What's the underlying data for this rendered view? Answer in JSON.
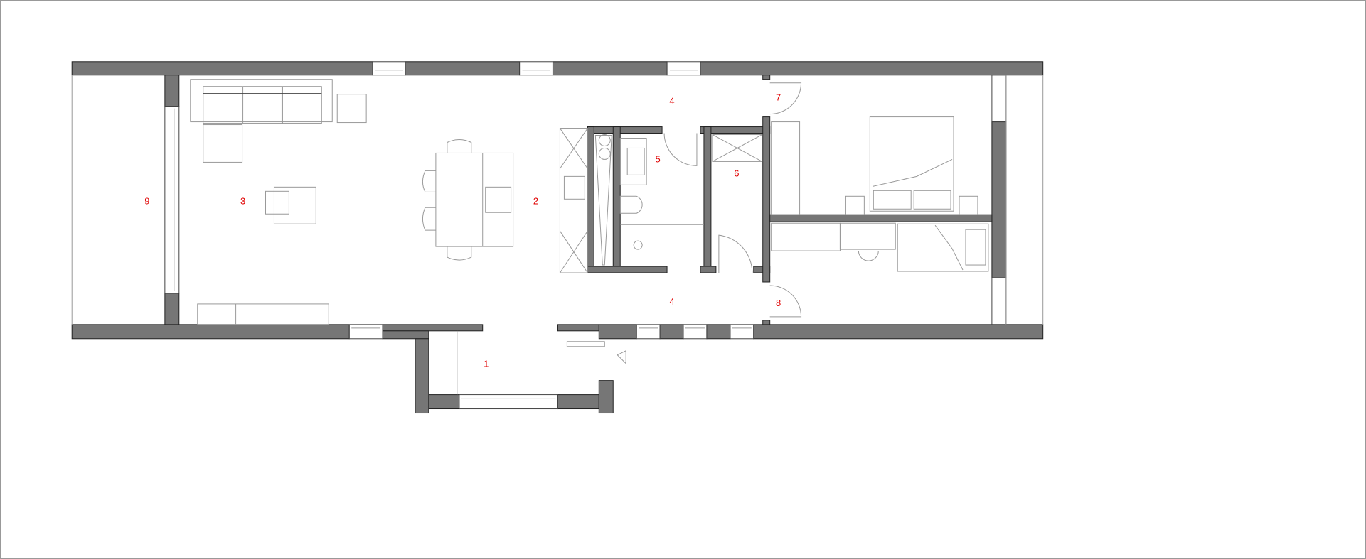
{
  "room_labels": {
    "entrance": "1",
    "kitchen": "2",
    "living": "3",
    "hall_top": "4",
    "hall_bottom": "4",
    "bathroom": "5",
    "shower_room": "6",
    "bedroom_1": "7",
    "bedroom_2": "8",
    "balcony": "9"
  },
  "colors": {
    "wall": "#767676",
    "label": "#e00000",
    "furniture": "#999999"
  }
}
